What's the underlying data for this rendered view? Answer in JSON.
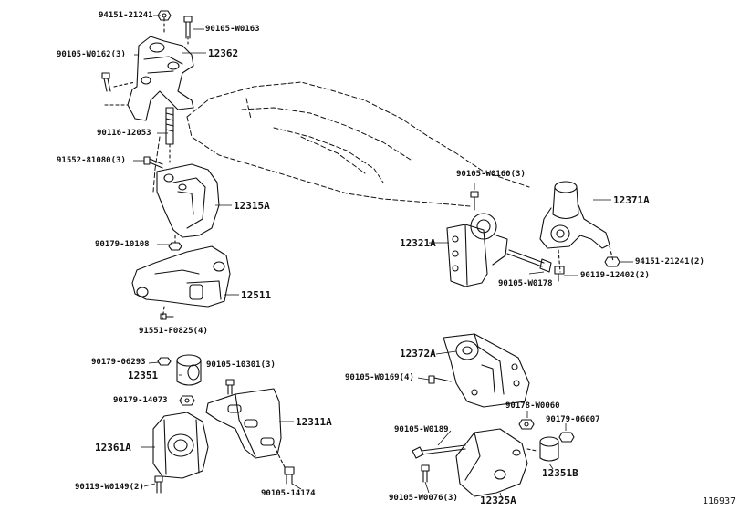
{
  "labels": {
    "p94151_21241_top": "94151-21241",
    "p90105_W0163": "90105-W0163",
    "p90105_W0162": "90105-W0162(3)",
    "p12362": "12362",
    "p90116_12053": "90116-12053",
    "p91552_81080": "91552-81080(3)",
    "p12315A": "12315A",
    "p90179_10108": "90179-10108",
    "p12511": "12511",
    "p91551_F0825": "91551-F0825(4)",
    "p90179_06293": "90179-06293",
    "p90105_10301": "90105-10301(3)",
    "p12351": "12351",
    "p90179_14073": "90179-14073",
    "p12311A": "12311A",
    "p12361A": "12361A",
    "p90119_W0149": "90119-W0149(2)",
    "p90105_14174": "90105-14174",
    "p90105_W0160": "90105-W0160(3)",
    "p12371A": "12371A",
    "p12321A": "12321A",
    "p94151_21241_r": "94151-21241(2)",
    "p90119_12402": "90119-12402(2)",
    "p90105_W0178": "90105-W0178",
    "p12372A": "12372A",
    "p90105_W0169": "90105-W0169(4)",
    "p90178_W0060": "90178-W0060",
    "p90179_06007": "90179-06007",
    "p90105_W0189": "90105-W0189",
    "p12351B": "12351B",
    "p90105_W0076": "90105-W0076(3)",
    "p12325A": "12325A",
    "diagram_id": "116937"
  }
}
